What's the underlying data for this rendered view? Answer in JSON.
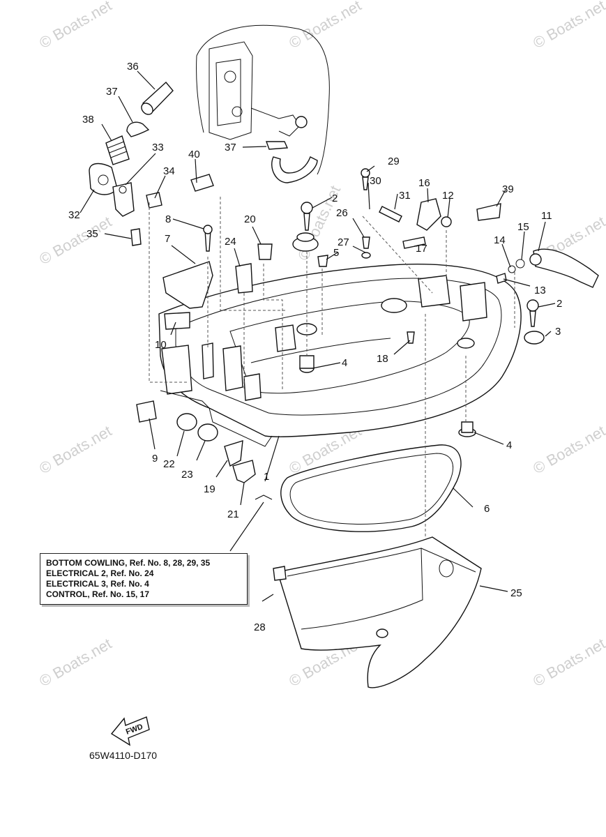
{
  "watermark": "© Boats.net",
  "callouts": [
    "1",
    "2",
    "2",
    "3",
    "4",
    "4",
    "5",
    "6",
    "7",
    "8",
    "9",
    "10",
    "11",
    "12",
    "13",
    "14",
    "15",
    "16",
    "17",
    "18",
    "19",
    "20",
    "21",
    "22",
    "23",
    "24",
    "25",
    "26",
    "27",
    "28",
    "29",
    "30",
    "31",
    "32",
    "33",
    "34",
    "35",
    "36",
    "37",
    "37",
    "38",
    "39",
    "40"
  ],
  "notes": [
    "BOTTOM COWLING,  Ref. No. 8, 28, 29, 35",
    "ELECTRICAL 2,  Ref. No. 24",
    "ELECTRICAL 3,  Ref. No. 4",
    "CONTROL,  Ref. No. 15, 17"
  ],
  "fwd_label": "FWD",
  "diagram_code": "65W4110-D170"
}
